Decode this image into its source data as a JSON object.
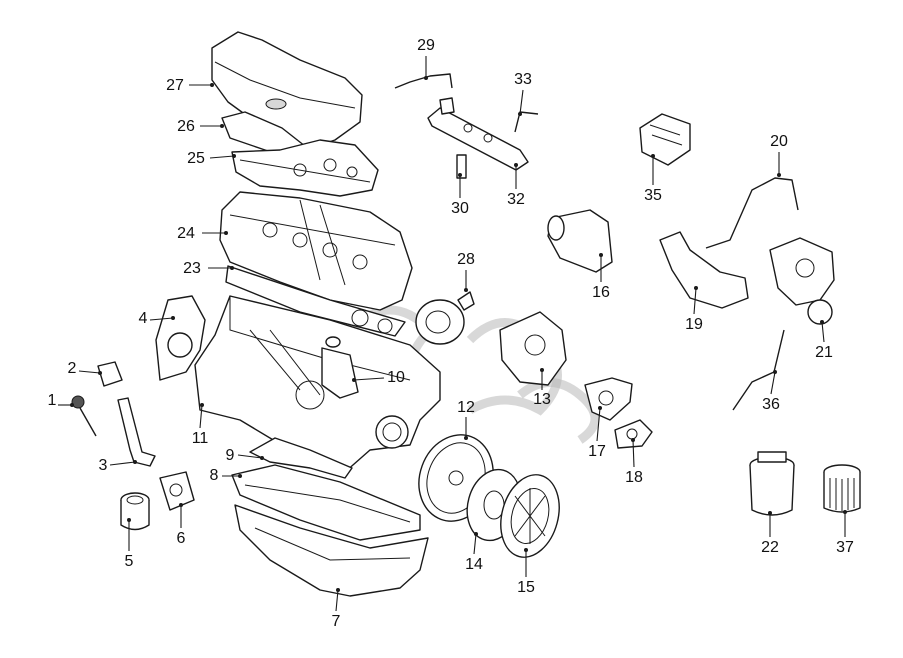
{
  "diagram": {
    "callouts": [
      {
        "n": "1"
      },
      {
        "n": "2"
      },
      {
        "n": "3"
      },
      {
        "n": "4"
      },
      {
        "n": "5"
      },
      {
        "n": "6"
      },
      {
        "n": "7"
      },
      {
        "n": "8"
      },
      {
        "n": "9"
      },
      {
        "n": "10"
      },
      {
        "n": "11"
      },
      {
        "n": "12"
      },
      {
        "n": "13"
      },
      {
        "n": "14"
      },
      {
        "n": "15"
      },
      {
        "n": "16"
      },
      {
        "n": "17"
      },
      {
        "n": "18"
      },
      {
        "n": "19"
      },
      {
        "n": "20"
      },
      {
        "n": "21"
      },
      {
        "n": "22"
      },
      {
        "n": "23"
      },
      {
        "n": "24"
      },
      {
        "n": "25"
      },
      {
        "n": "26"
      },
      {
        "n": "27"
      },
      {
        "n": "28"
      },
      {
        "n": "29"
      },
      {
        "n": "30"
      },
      {
        "n": "32"
      },
      {
        "n": "33"
      },
      {
        "n": "35"
      },
      {
        "n": "36"
      },
      {
        "n": "37"
      }
    ]
  }
}
